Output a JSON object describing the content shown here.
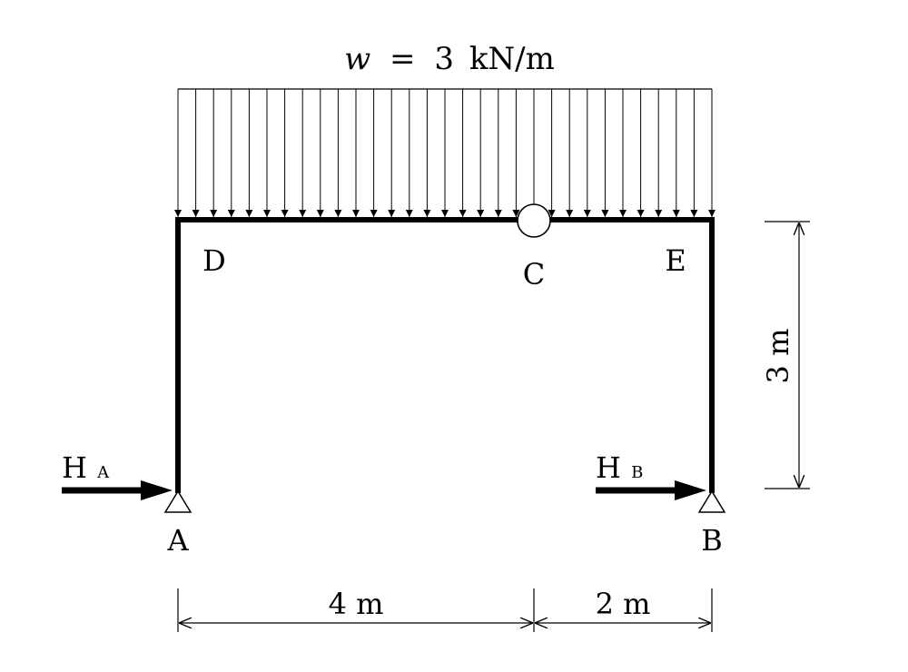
{
  "load": {
    "symbol": "w",
    "equals": "=",
    "value": "3",
    "unit": "kN/m",
    "arrow_count": 31
  },
  "nodes": {
    "A": "A",
    "B": "B",
    "C": "C",
    "D": "D",
    "E": "E"
  },
  "reactions": {
    "HA": {
      "main": "H",
      "sub": "A"
    },
    "HB": {
      "main": "H",
      "sub": "B"
    }
  },
  "dimensions": {
    "span_left": "4 m",
    "span_right": "2 m",
    "height": "3 m"
  }
}
